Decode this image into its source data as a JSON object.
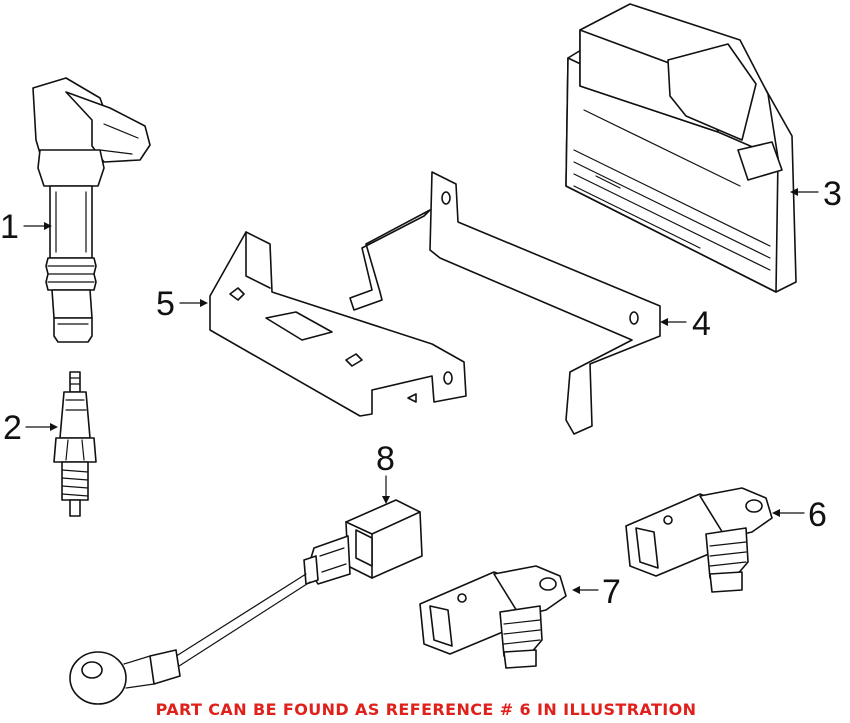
{
  "callouts": {
    "c1": "1",
    "c2": "2",
    "c3": "3",
    "c4": "4",
    "c5": "5",
    "c6": "6",
    "c7": "7",
    "c8": "8"
  },
  "footer_note": "PART CAN BE FOUND AS REFERENCE # 6 IN ILLUSTRATION",
  "colors": {
    "note": "#e0201b",
    "line": "#111111",
    "background": "#ffffff"
  }
}
